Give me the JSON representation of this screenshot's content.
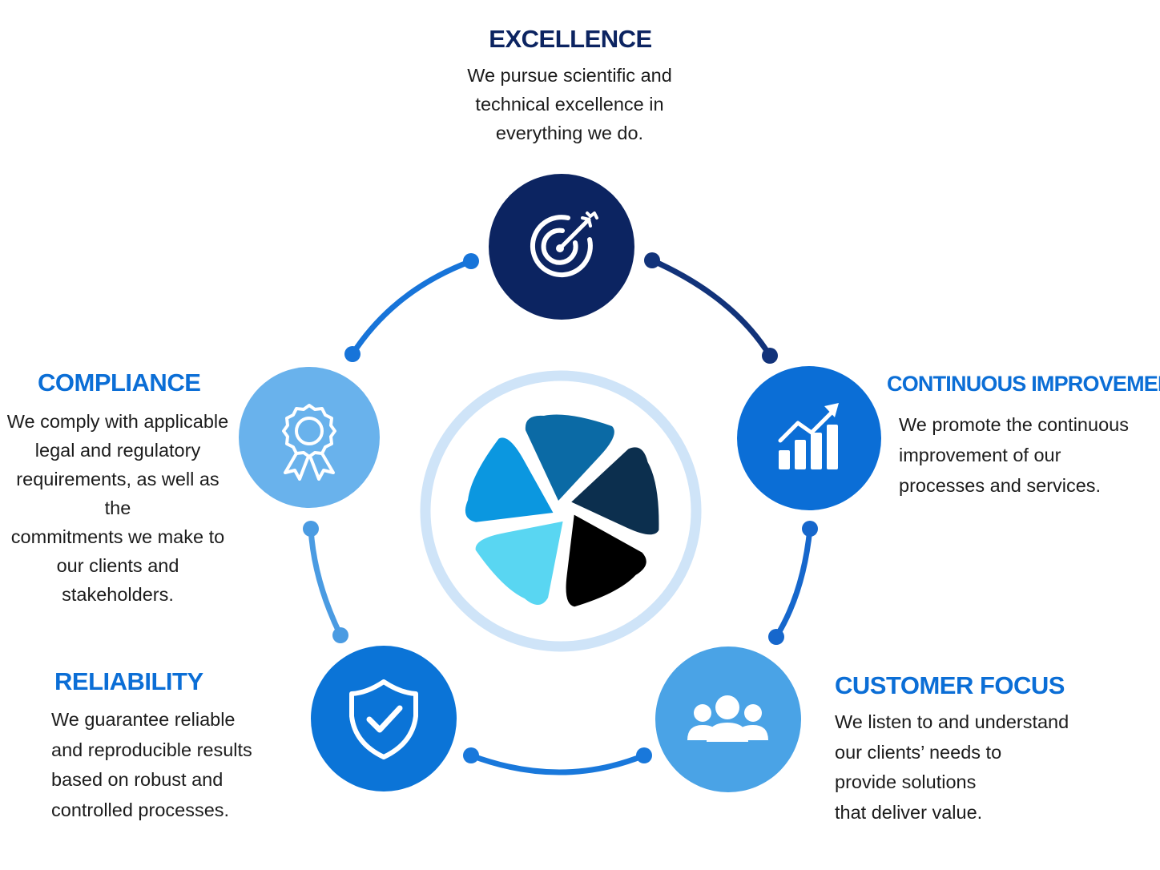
{
  "colors": {
    "navy": "#0c2461",
    "blue": "#0b74d7",
    "mid_blue": "#1b6fcf",
    "light_blue": "#69b2ec",
    "sky_blue": "#4aa3e6",
    "ring": "#cfe4f8",
    "petal_teal": "#0b6aa5",
    "petal_dark": "#0c2f4e",
    "petal_black": "#000000",
    "petal_cyan": "#59d6f2",
    "petal_azure": "#0b97e0"
  },
  "values": {
    "excellence": {
      "title": "EXCELLENCE",
      "description": "We pursue scientific and\ntechnical excellence in\neverything we do.",
      "icon": "target-icon"
    },
    "continuous_improvement": {
      "title": "CONTINUOUS IMPROVEMENT",
      "description": "We promote the continuous\nimprovement of our\nprocesses and services.",
      "icon": "growth-chart-icon"
    },
    "customer_focus": {
      "title": "CUSTOMER FOCUS",
      "description": "We listen to and understand\nour clients’ needs to\nprovide solutions\nthat deliver value.",
      "icon": "people-group-icon"
    },
    "reliability": {
      "title": "RELIABILITY",
      "description": "We guarantee reliable\nand reproducible results\nbased on robust and\ncontrolled processes.",
      "icon": "shield-check-icon"
    },
    "compliance": {
      "title": "COMPLIANCE",
      "description": "We comply with applicable\nlegal and regulatory\nrequirements, as well as the\ncommitments we make to\nour clients and\nstakeholders.",
      "icon": "award-ribbon-icon"
    }
  },
  "center": {
    "icon": "five-petal-logo-icon"
  }
}
